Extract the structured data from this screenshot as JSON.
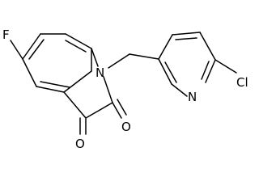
{
  "molecule": {
    "atom_labels": {
      "fluorine": "F",
      "ring_nitrogen": "N",
      "pyridine_nitrogen": "N",
      "chlorine": "Cl",
      "ketone_oxygen": "O",
      "amide_oxygen": "O"
    },
    "colors": {
      "bonds": "#000000",
      "text": "#000000",
      "background": "#ffffff"
    }
  }
}
